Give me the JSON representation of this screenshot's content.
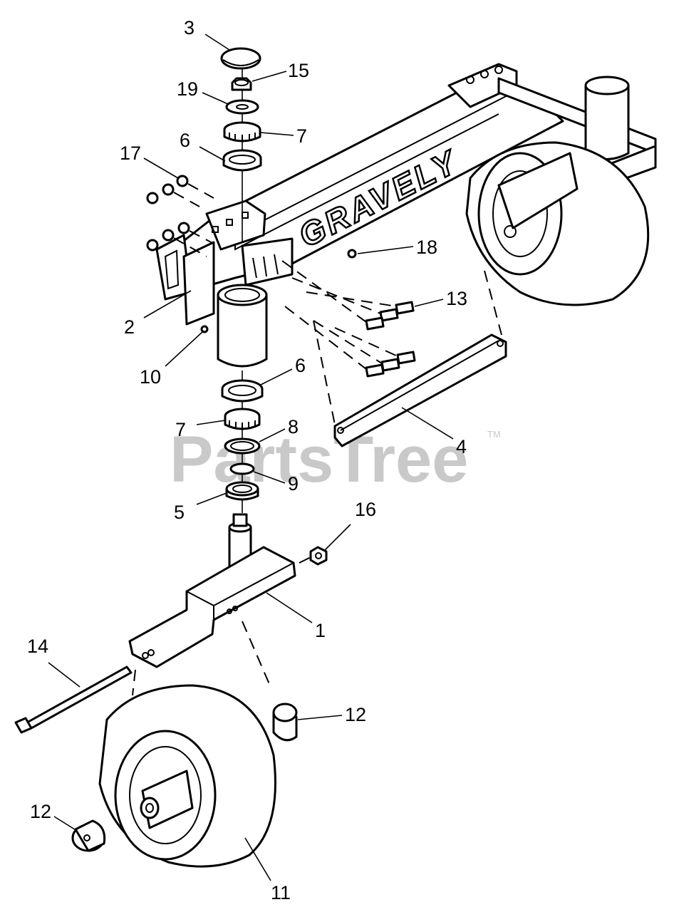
{
  "brand_text": "GRAVELY",
  "watermark": {
    "text": "PartsTree",
    "trademark": "TM"
  },
  "callouts": {
    "c3": "3",
    "c15": "15",
    "c19": "19",
    "c7a": "7",
    "c6a": "6",
    "c17": "17",
    "c18": "18",
    "c13": "13",
    "c2": "2",
    "c10": "10",
    "c6b": "6",
    "c4": "4",
    "c7b": "7",
    "c8": "8",
    "c9": "9",
    "c5": "5",
    "c16": "16",
    "c1": "1",
    "c14": "14",
    "c12a": "12",
    "c12b": "12",
    "c11": "11"
  },
  "colors": {
    "line": "#000000",
    "background": "#ffffff",
    "watermark": "#c9c9c9"
  }
}
